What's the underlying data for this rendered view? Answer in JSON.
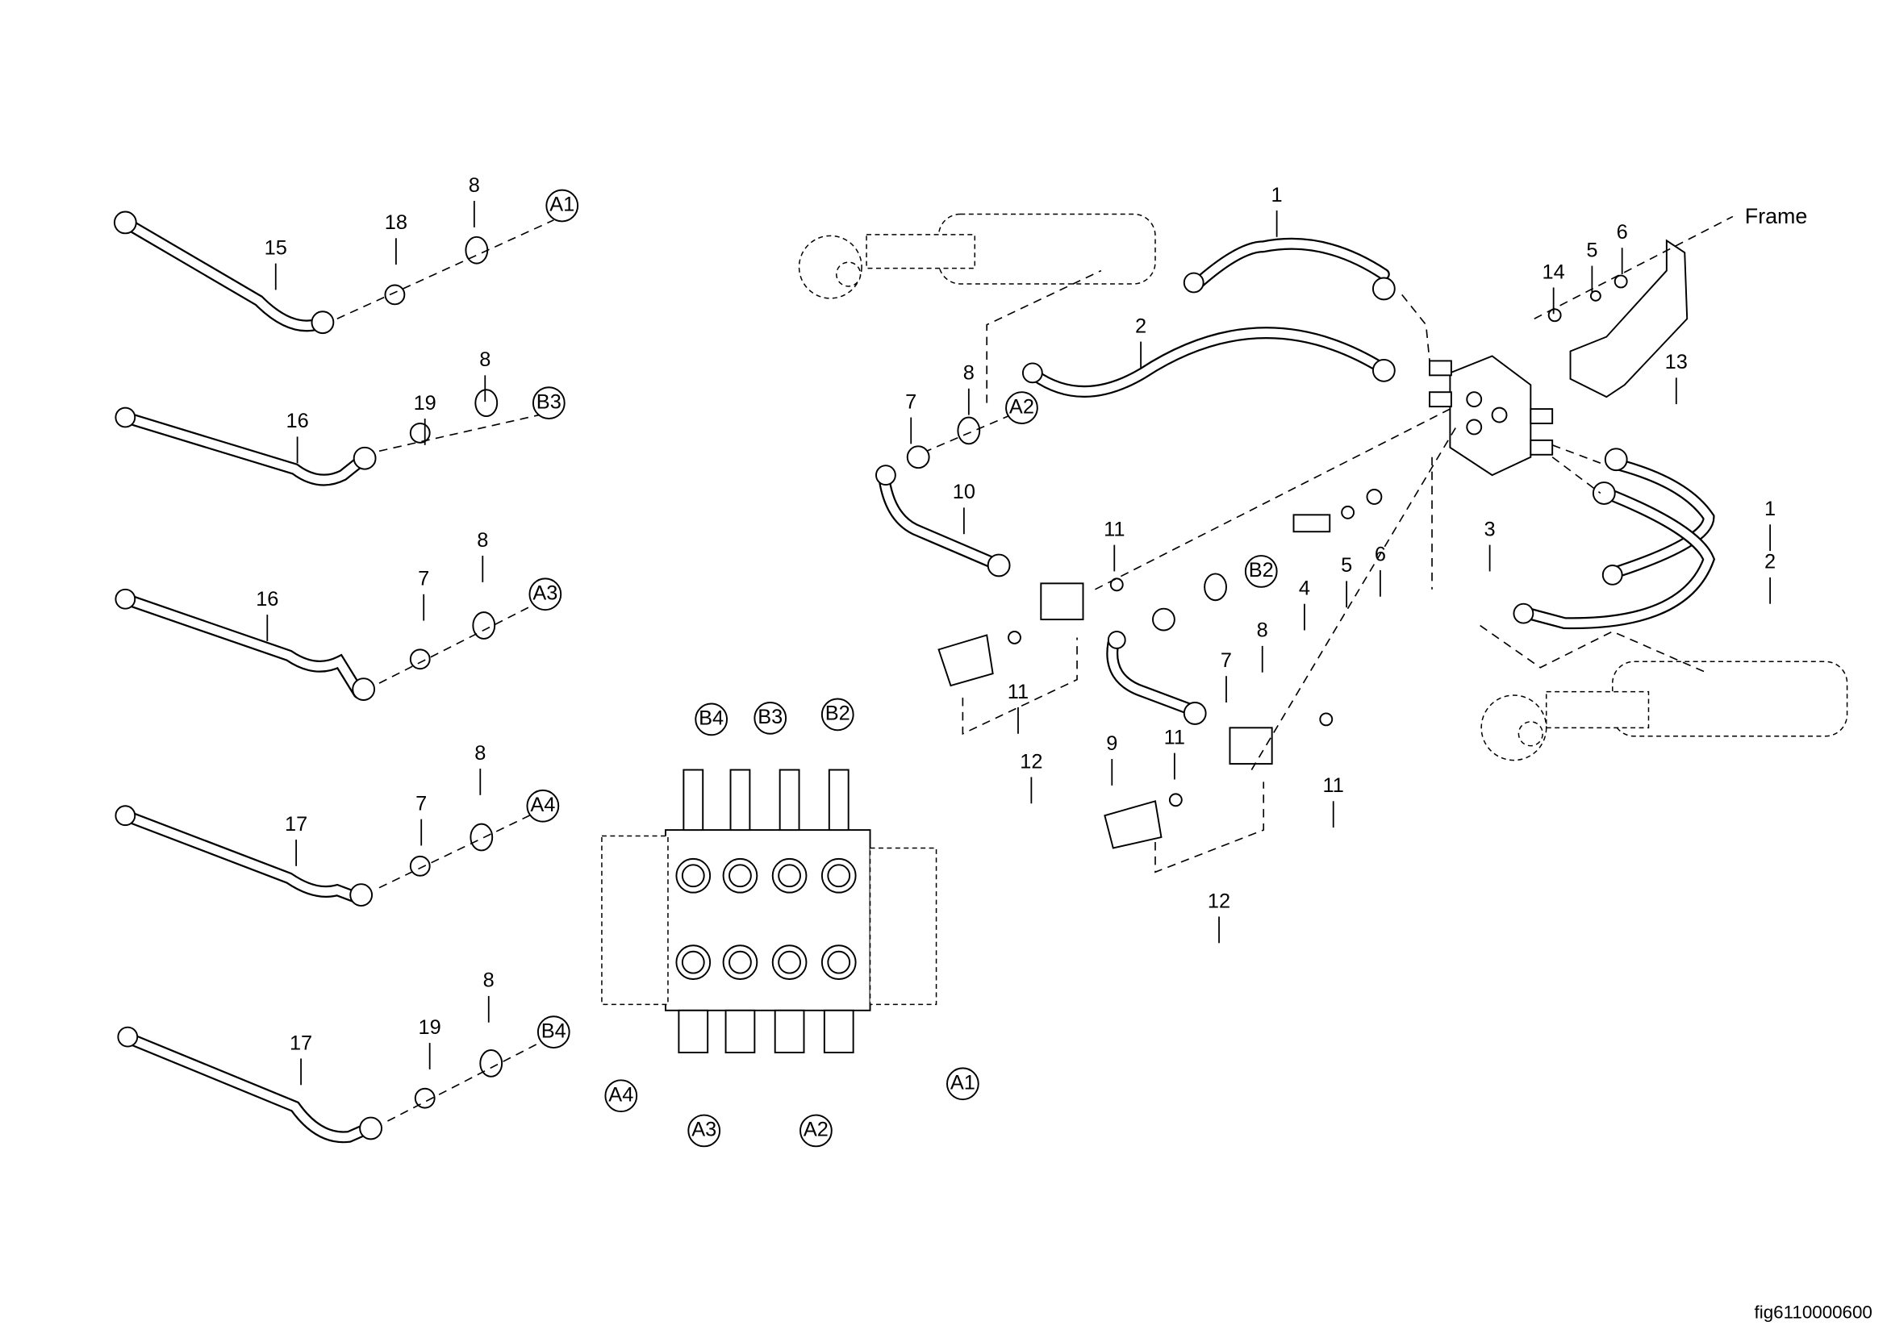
{
  "figure_id": "fig6110000600",
  "frame_label": "Frame",
  "callouts": [
    "15",
    "18",
    "8",
    "A1",
    "16",
    "19",
    "8",
    "B3",
    "16",
    "7",
    "8",
    "A3",
    "17",
    "7",
    "8",
    "A4",
    "17",
    "19",
    "8",
    "B4",
    "B4",
    "B3",
    "B2",
    "A4",
    "A3",
    "A2",
    "A1",
    "1",
    "14",
    "5",
    "6",
    "2",
    "13",
    "8",
    "A2",
    "7",
    "10",
    "3",
    "1",
    "2",
    "11",
    "B2",
    "4",
    "5",
    "6",
    "8",
    "7",
    "11",
    "12",
    "9",
    "11",
    "11",
    "12"
  ]
}
